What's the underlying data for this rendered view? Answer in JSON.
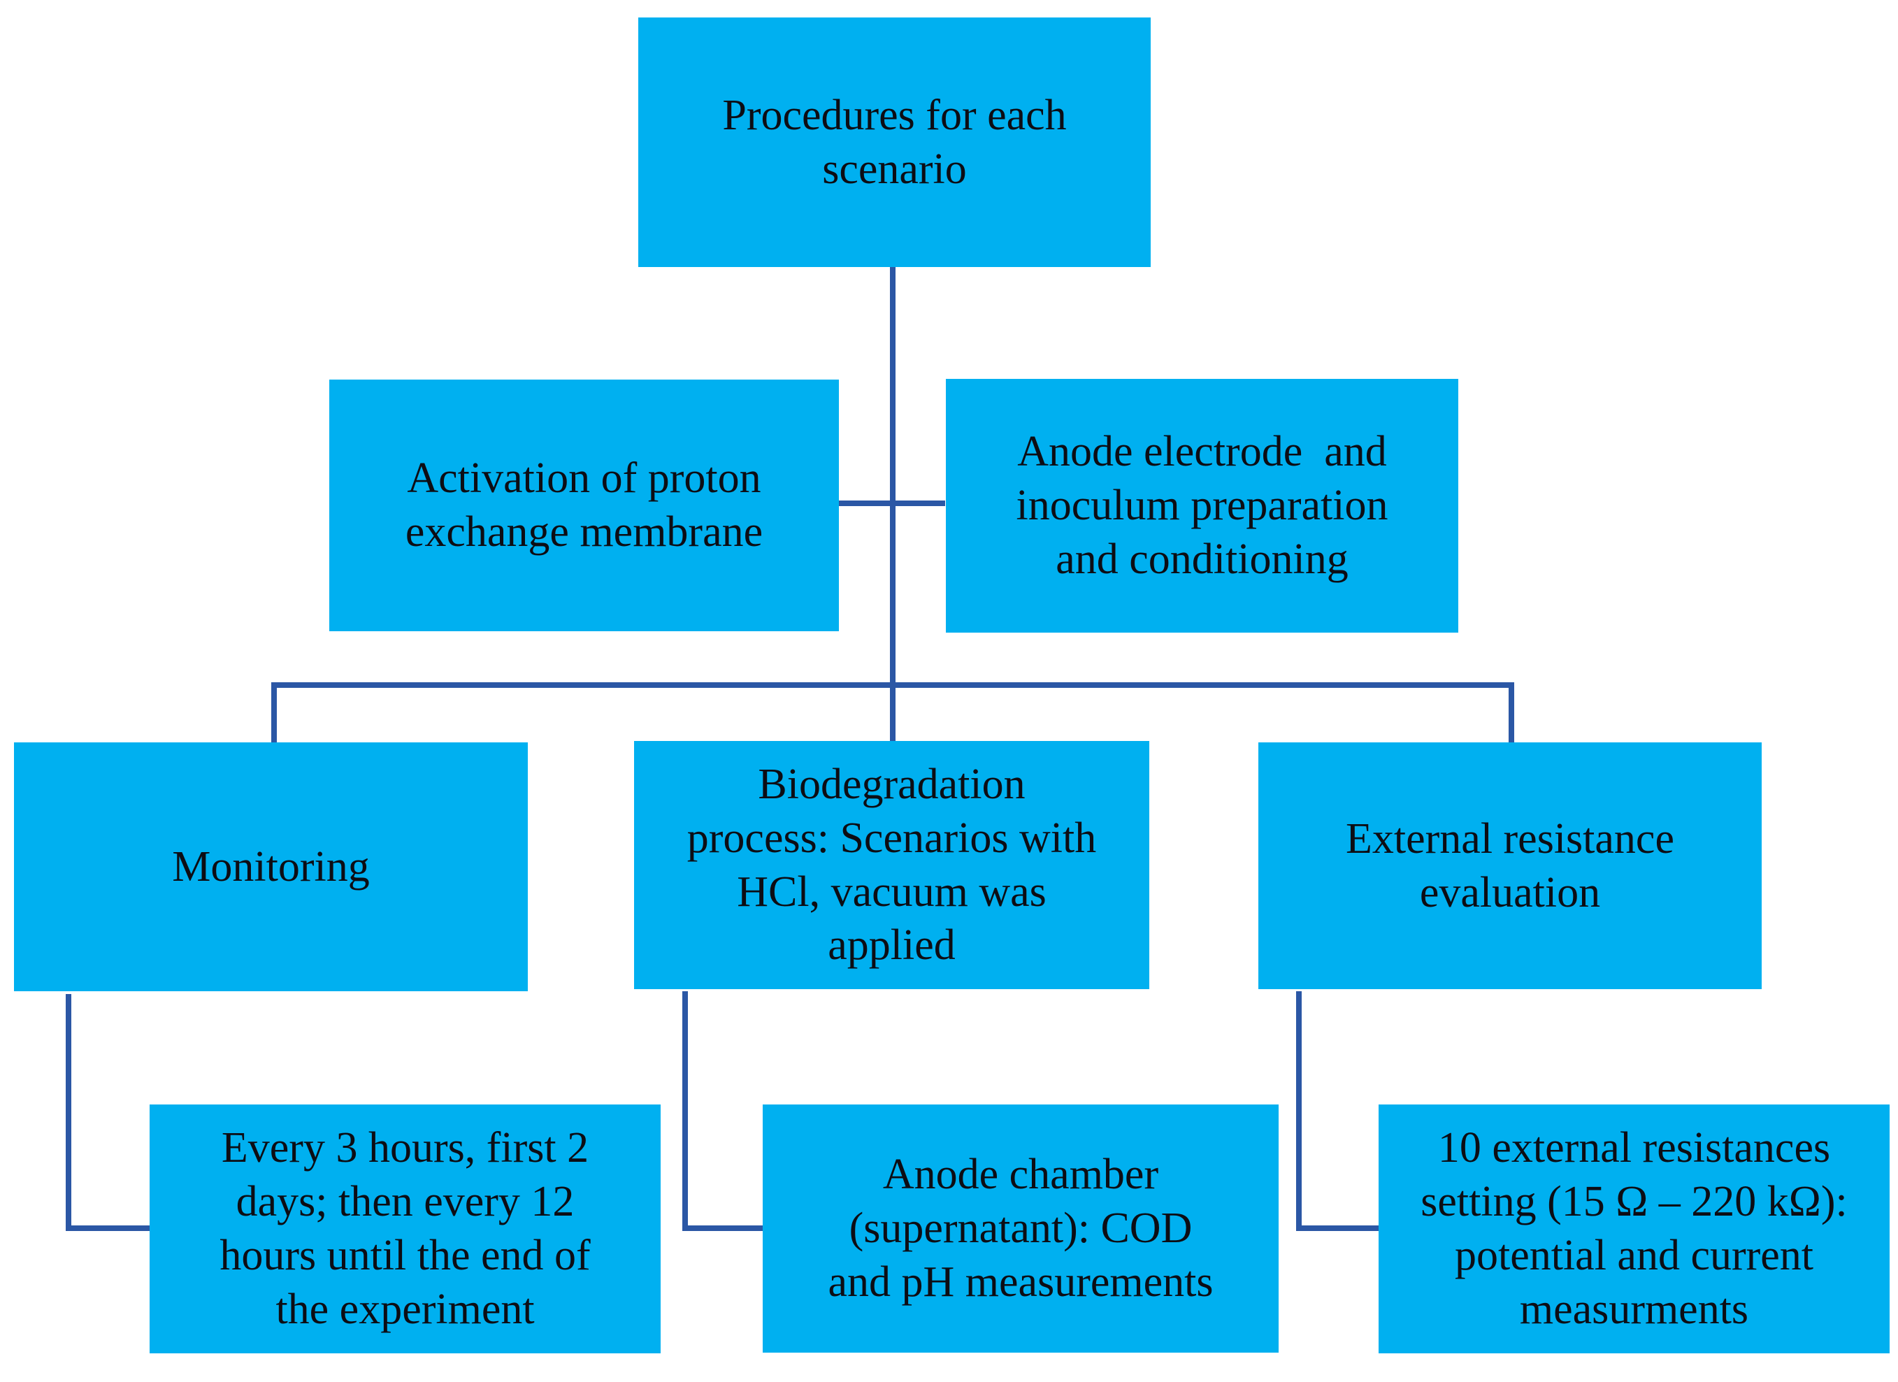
{
  "figure": {
    "type": "flowchart",
    "colors": {
      "box_fill": "#00B0F0",
      "connector": "#2B57A5",
      "text": "#0D0D14",
      "background": "#FFFFFF"
    },
    "nodes": {
      "root": {
        "lines": [
          "Procedures for each",
          "scenario"
        ]
      },
      "activation": {
        "lines": [
          "Activation of proton",
          "exchange membrane"
        ]
      },
      "anode_prep": {
        "lines": [
          "Anode electrode  and",
          "inoculum preparation",
          "and conditioning"
        ]
      },
      "monitoring": {
        "lines": [
          "Monitoring"
        ]
      },
      "biodegradation": {
        "lines": [
          "Biodegradation",
          "process: Scenarios with",
          "HCl, vacuum was",
          "applied"
        ]
      },
      "external_resistance": {
        "lines": [
          "External resistance",
          "evaluation"
        ]
      },
      "monitoring_detail": {
        "lines": [
          "Every 3 hours, first 2",
          "days; then every 12",
          "hours until the end of",
          "the experiment"
        ]
      },
      "biodegradation_detail": {
        "lines": [
          "Anode chamber",
          "(supernatant): COD",
          "and pH measurements"
        ]
      },
      "external_detail": {
        "lines": [
          "10 external resistances",
          "setting (15 Ω – 220 kΩ):",
          "potential and current",
          "measurments"
        ]
      }
    },
    "edges": [
      {
        "from": "root",
        "to": "activation"
      },
      {
        "from": "root",
        "to": "anode_prep"
      },
      {
        "from": "root",
        "to": "monitoring"
      },
      {
        "from": "root",
        "to": "biodegradation"
      },
      {
        "from": "root",
        "to": "external_resistance"
      },
      {
        "from": "monitoring",
        "to": "monitoring_detail"
      },
      {
        "from": "biodegradation",
        "to": "biodegradation_detail"
      },
      {
        "from": "external_resistance",
        "to": "external_detail"
      }
    ]
  }
}
